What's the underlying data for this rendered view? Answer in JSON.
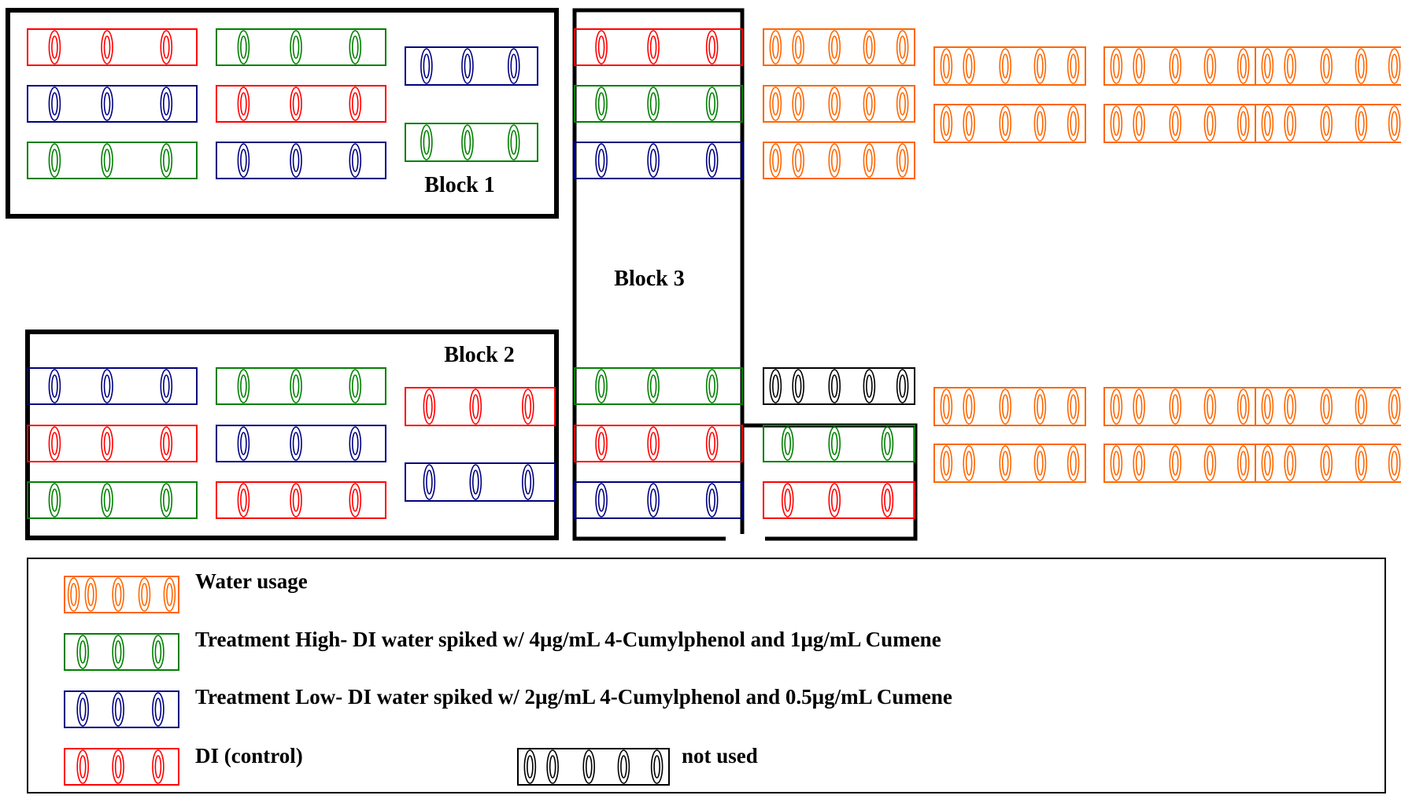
{
  "colors": {
    "water": "#ff6600",
    "high": "#008000",
    "low": "#000080",
    "control": "#ff0000",
    "unused": "#000000"
  },
  "blocks": {
    "block1": "Block 1",
    "block2": "Block 2",
    "block3": "Block 3"
  },
  "legend": {
    "water": "Water usage",
    "high": "Treatment High- DI water spiked w/ 4µg/mL 4-Cumylphenol and 1µg/mL Cumene",
    "low": "Treatment Low- DI water spiked w/ 2µg/mL 4-Cumylphenol and 0.5µg/mL Cumene",
    "control": "DI (control)",
    "unused": "not used"
  }
}
